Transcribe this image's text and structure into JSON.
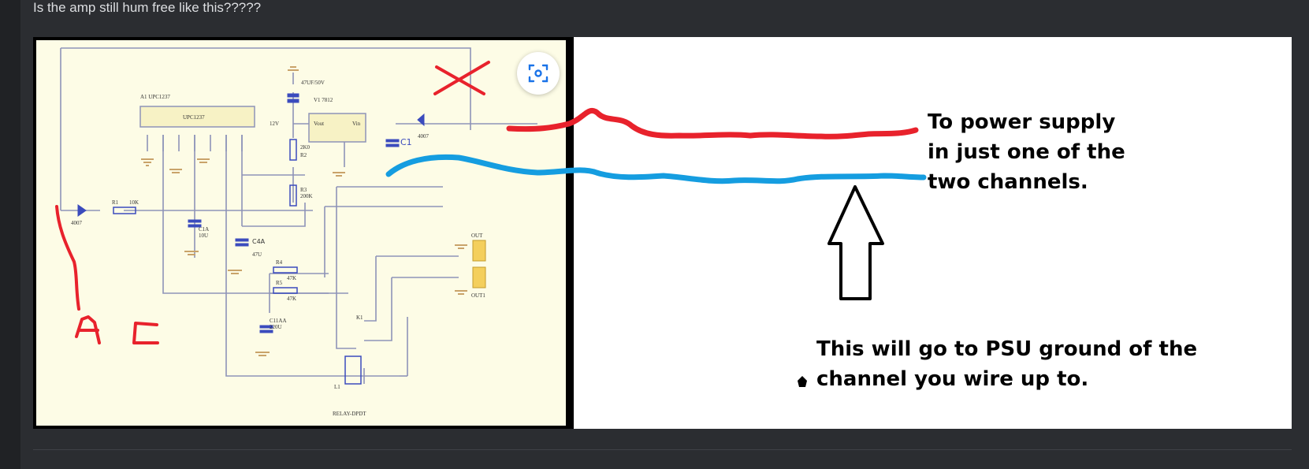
{
  "post": {
    "question": "Is the amp still hum free like this?????"
  },
  "attachment": {
    "annotations": {
      "power_supply_lines": [
        "To power supply",
        "in just one of the",
        "two channels."
      ],
      "ground_lines": [
        "This will go to PSU ground of the",
        "channel you wire up to."
      ],
      "ac_label": "AC"
    },
    "schematic_labels": {
      "ic": "A1\nUPC1237",
      "ic_body": "UPC1237",
      "regulator": "V1\n7812",
      "reg_vin": "Vin",
      "reg_vout": "Vout",
      "cap_top": "47UF/50V",
      "v12": "12V",
      "c1": "C1",
      "d_left": "4007",
      "d_right": "4007",
      "r1": "R1",
      "r1_val": "10K",
      "c1a": "C1A",
      "c1a_val": "10U",
      "c4a": "C4A",
      "c4a_val": "47U",
      "r2": "R2",
      "r2_val": "2K0",
      "r3": "R3",
      "r3_val": "200K",
      "r4": "R4",
      "r4_val": "47K",
      "r5": "R5",
      "r5_val": "47K",
      "c11aa": "C11AA",
      "c11aa_val": "220U",
      "k1": "K1",
      "relay": "RELAY-DPDT",
      "out": "OUT",
      "out1": "OUT1",
      "l1": "L1"
    },
    "colors": {
      "schematic_bg": "#fdfce6",
      "red_marker": "#e8222c",
      "blue_marker": "#159de0",
      "wire": "#8e93b8",
      "component": "#3b4bbd",
      "ground": "#c9a36a"
    }
  }
}
